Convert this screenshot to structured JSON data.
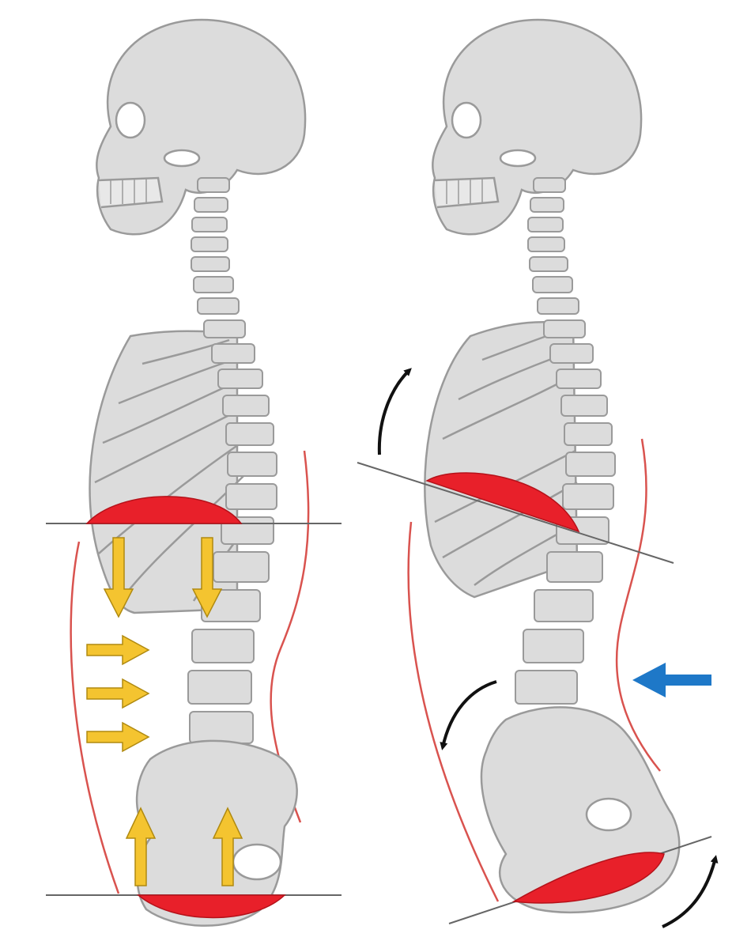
{
  "figures": [
    {
      "name": "neutral-posture",
      "diaphragm_shown": true,
      "pelvic_floor_shown": true,
      "pressure_arrows": {
        "down": 2,
        "inward": 3,
        "up": 2
      }
    },
    {
      "name": "tilted-posture",
      "diaphragm_shown": true,
      "pelvic_floor_shown": true,
      "rotation_arrows": 3,
      "push_arrows": 1
    }
  ],
  "colors": {
    "bone": "#dcdcdc",
    "bone_outline": "#9a9a9a",
    "muscle": "#e8202a",
    "pressure_arrow": "#f4c430",
    "push_arrow": "#1e78c8",
    "rotation_arrow": "#111111",
    "abdomen_line": "#d9534f",
    "reference_line": "#666666"
  },
  "icons": [
    "skull-icon",
    "spine-icon",
    "ribcage-icon",
    "pelvis-icon",
    "arrow-icon"
  ]
}
